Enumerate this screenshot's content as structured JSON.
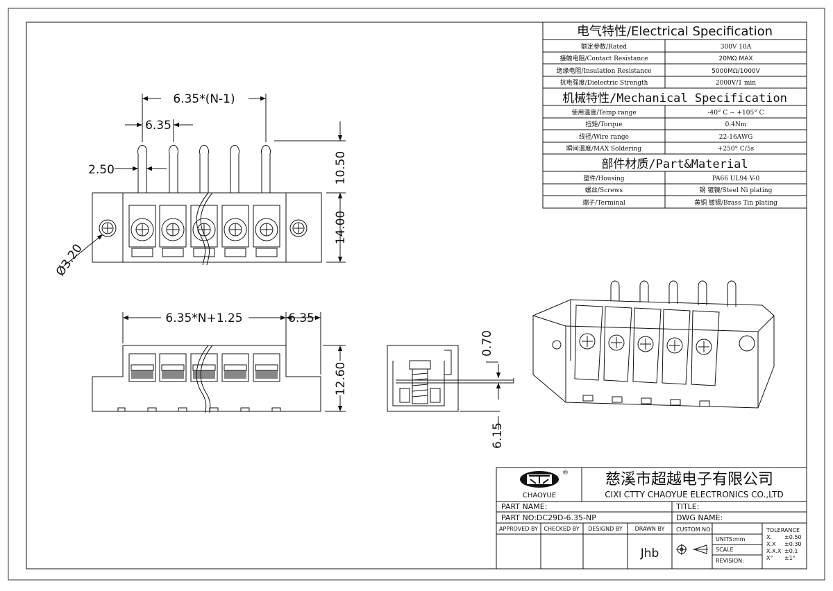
{
  "spec": {
    "electrical_title": "电气特性/Electrical Specification",
    "electrical_rows": [
      {
        "label": "额定参数/Rated",
        "value": "300V  10A"
      },
      {
        "label": "接触电阻/Contact Resistance",
        "value": "20MΩ MAX"
      },
      {
        "label": "绝缘电阻/Insulation Resistance",
        "value": "5000MΩ/1000V"
      },
      {
        "label": "抗电强度/Dielectric Strength",
        "value": "2000V/1 min"
      }
    ],
    "mechanical_title": "机械特性/Mechanical Specification",
    "mechanical_rows": [
      {
        "label": "使用温度/Temp range",
        "value": "-40° C ~ +105° C"
      },
      {
        "label": "扭矩/Torque",
        "value": "0.4Nm"
      },
      {
        "label": "线径/Wire range",
        "value": "22-16AWG"
      },
      {
        "label": "瞬间温度/MAX Soldering",
        "value": "+250° C/5s"
      }
    ],
    "material_title": "部件材质/Part&Material",
    "material_rows": [
      {
        "label": "塑件/Housing",
        "value": "PA66 UL94 V-0"
      },
      {
        "label": "螺丝/Screws",
        "value": "钢 镀镍/Steel Ni plating"
      },
      {
        "label": "端子/Terminal",
        "value": "黄铜 镀锡/Brass Tin  plating"
      }
    ]
  },
  "dimensions": {
    "pitch_total": "6.35*(N-1)",
    "pitch": "6.35",
    "pin_width": "2.50",
    "pin_height": "10.50",
    "body_height": "14.00",
    "hole_dia": "Ø3.20",
    "front_width": "6.35*N+1.25",
    "flange": "6.35",
    "front_height": "12.60",
    "side_pin_thick": "0.70",
    "side_pin_offset": "6.15"
  },
  "title_block": {
    "logo_text": "CHAOYUE",
    "company_cn": "慈溪市超越电子有限公司",
    "company_en": "CIXI CTTY CHAOYUE ELECTRONICS CO.,LTD",
    "part_name_label": "PART NAME:",
    "title_label": "TITLE:",
    "part_no": "PART NO:DC29D-6.35-NP",
    "dwg_name_label": "DWG NAME:",
    "approved_by": "APPROVED BY",
    "checked_by": "CHECKED BY",
    "designed_by": "DESIGND BY",
    "drawn_by": "DRAWN BY",
    "drawn_by_value": "Jhb",
    "custom_no": "CUSTOM NO:",
    "units": "UNITS:mm",
    "scale": "SCALE",
    "revision": "REVISION:",
    "tolerance_title": "TOLERANCE",
    "tolerance_rows": [
      {
        "k": "X.",
        "v": "±0.50"
      },
      {
        "k": "X.X",
        "v": "±0.30"
      },
      {
        "k": "X.X.X",
        "v": "±0.1"
      },
      {
        "k": "X°",
        "v": "±1°"
      }
    ]
  }
}
